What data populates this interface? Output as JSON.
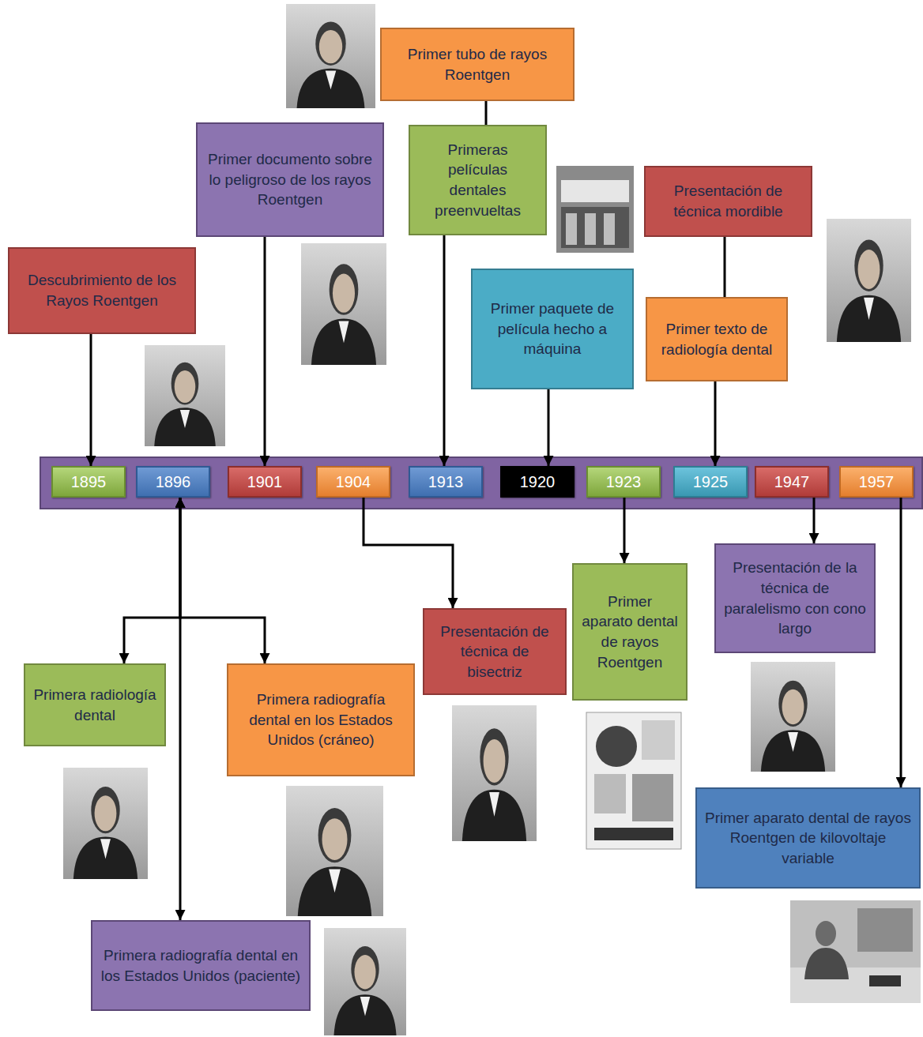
{
  "diagram": {
    "nodes": [
      {
        "text": [
          "Primer tubo de rayos Roentgen"
        ]
      },
      {
        "text": [
          "Primer documento sobre lo peligroso de los rayos Roentgen"
        ]
      },
      {
        "text": [
          "Primeras películas dentales preenvueltas"
        ]
      },
      {
        "text": [
          "Presentación de técnica mordible"
        ]
      },
      {
        "text": [
          "Descubrimiento de los Rayos Roentgen"
        ]
      },
      {
        "text": [
          "Primer paquete de película hecho a máquina"
        ]
      },
      {
        "text": [
          "Primer texto de radiología dental"
        ]
      },
      {
        "text": [
          "1895"
        ]
      },
      {
        "text": [
          "1896"
        ]
      },
      {
        "text": [
          "1901"
        ]
      },
      {
        "text": [
          "1904"
        ]
      },
      {
        "text": [
          "1913"
        ]
      },
      {
        "text": [
          "1920"
        ]
      },
      {
        "text": [
          "1923"
        ]
      },
      {
        "text": [
          "1925"
        ]
      },
      {
        "text": [
          "1947"
        ]
      },
      {
        "text": [
          "1957"
        ]
      },
      {
        "text": [
          "Presentación de técnica de bisectriz"
        ]
      },
      {
        "text": [
          "Primer aparato dental de rayos Roentgen"
        ]
      },
      {
        "text": [
          "Presentación de la técnica de paralelismo con cono largo"
        ]
      },
      {
        "text": [
          "Primera radiología dental"
        ]
      },
      {
        "text": [
          "Primera radiografía dental en los Estados Unidos (cráneo)"
        ]
      },
      {
        "text": [
          "Primer aparato dental de rayos Roentgen de kilovoltaje variable"
        ]
      },
      {
        "text": [
          "Primera radiografía dental en los Estados Unidos (paciente)"
        ]
      }
    ],
    "edges": [
      {
        "from": 4,
        "to": 7,
        "arrow": "to"
      },
      {
        "from": 1,
        "to": 9,
        "arrow": "to"
      },
      {
        "from": 0,
        "to": 2,
        "arrow": "none"
      },
      {
        "from": 2,
        "to": 11,
        "arrow": "to"
      },
      {
        "from": 5,
        "to": 12,
        "arrow": "to"
      },
      {
        "from": 3,
        "to": 6,
        "arrow": "none"
      },
      {
        "from": 6,
        "to": 14,
        "arrow": "to"
      },
      {
        "from": 8,
        "to": 20,
        "arrow": "both"
      },
      {
        "from": 8,
        "to": 21,
        "arrow": "both"
      },
      {
        "from": 8,
        "to": 23,
        "arrow": "both"
      },
      {
        "from": 10,
        "to": 17,
        "arrow": "to"
      },
      {
        "from": 13,
        "to": 18,
        "arrow": "to"
      },
      {
        "from": 15,
        "to": 19,
        "arrow": "to"
      },
      {
        "from": 16,
        "to": 22,
        "arrow": "to"
      }
    ]
  }
}
